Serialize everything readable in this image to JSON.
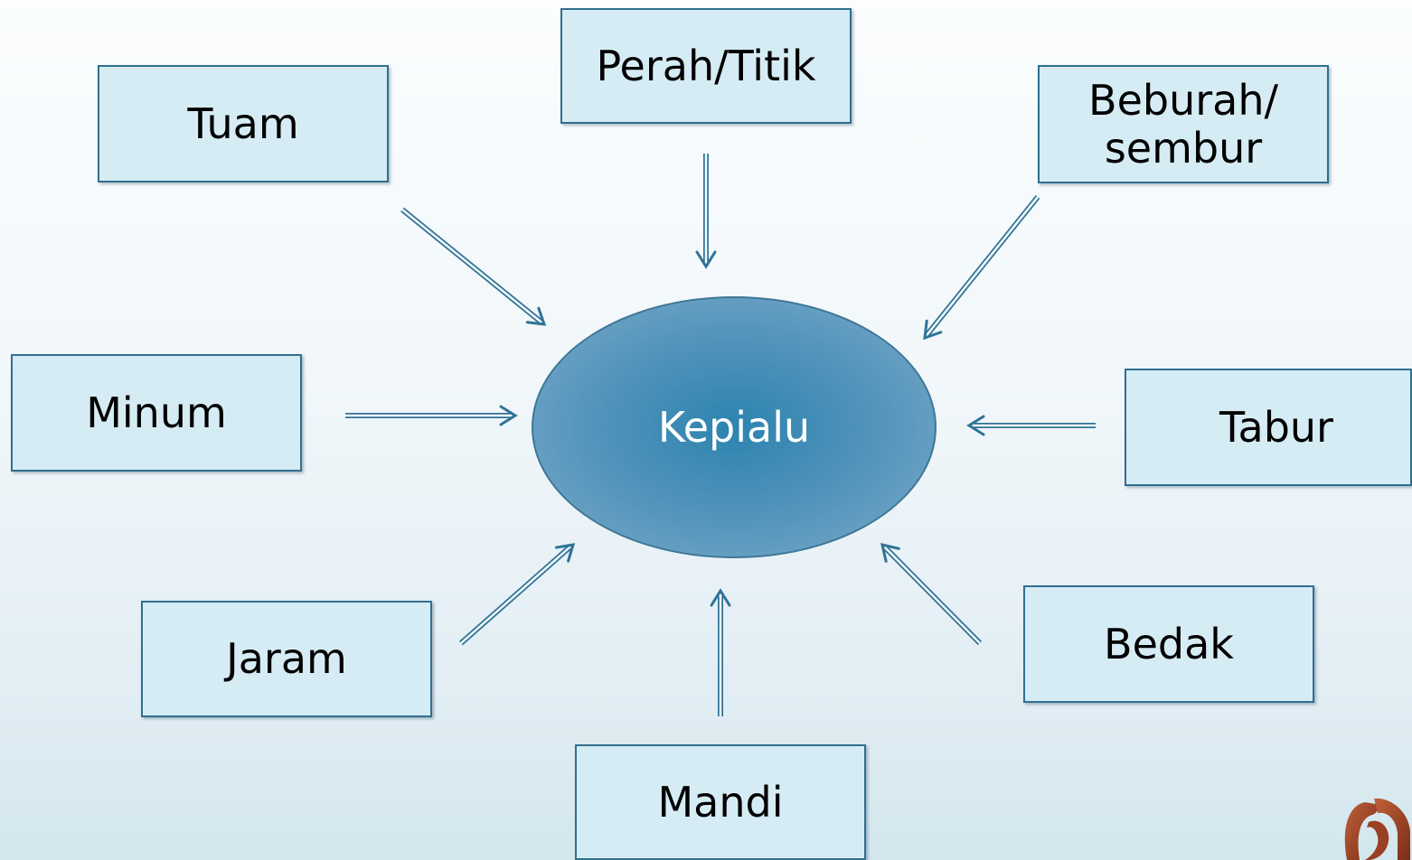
{
  "diagram": {
    "center": {
      "label": "Kepialu"
    },
    "nodes": [
      {
        "id": "tuam",
        "label": "Tuam"
      },
      {
        "id": "perah",
        "label": "Perah/Titik"
      },
      {
        "id": "beburah",
        "label": "Beburah/\nsembur"
      },
      {
        "id": "minum",
        "label": "Minum"
      },
      {
        "id": "tabur",
        "label": "Tabur"
      },
      {
        "id": "jaram",
        "label": "Jaram"
      },
      {
        "id": "bedak",
        "label": "Bedak"
      },
      {
        "id": "mandi",
        "label": "Mandi"
      }
    ],
    "edges": [
      {
        "from": "tuam",
        "to": "center"
      },
      {
        "from": "perah",
        "to": "center"
      },
      {
        "from": "beburah",
        "to": "center"
      },
      {
        "from": "minum",
        "to": "center"
      },
      {
        "from": "tabur",
        "to": "center"
      },
      {
        "from": "jaram",
        "to": "center"
      },
      {
        "from": "bedak",
        "to": "center"
      },
      {
        "from": "mandi",
        "to": "center"
      }
    ],
    "colors": {
      "box_fill": "#d6ecf4",
      "box_border": "#2f6f8f",
      "arrow": "#2f7396",
      "ellipse": "#2c84b0"
    }
  }
}
